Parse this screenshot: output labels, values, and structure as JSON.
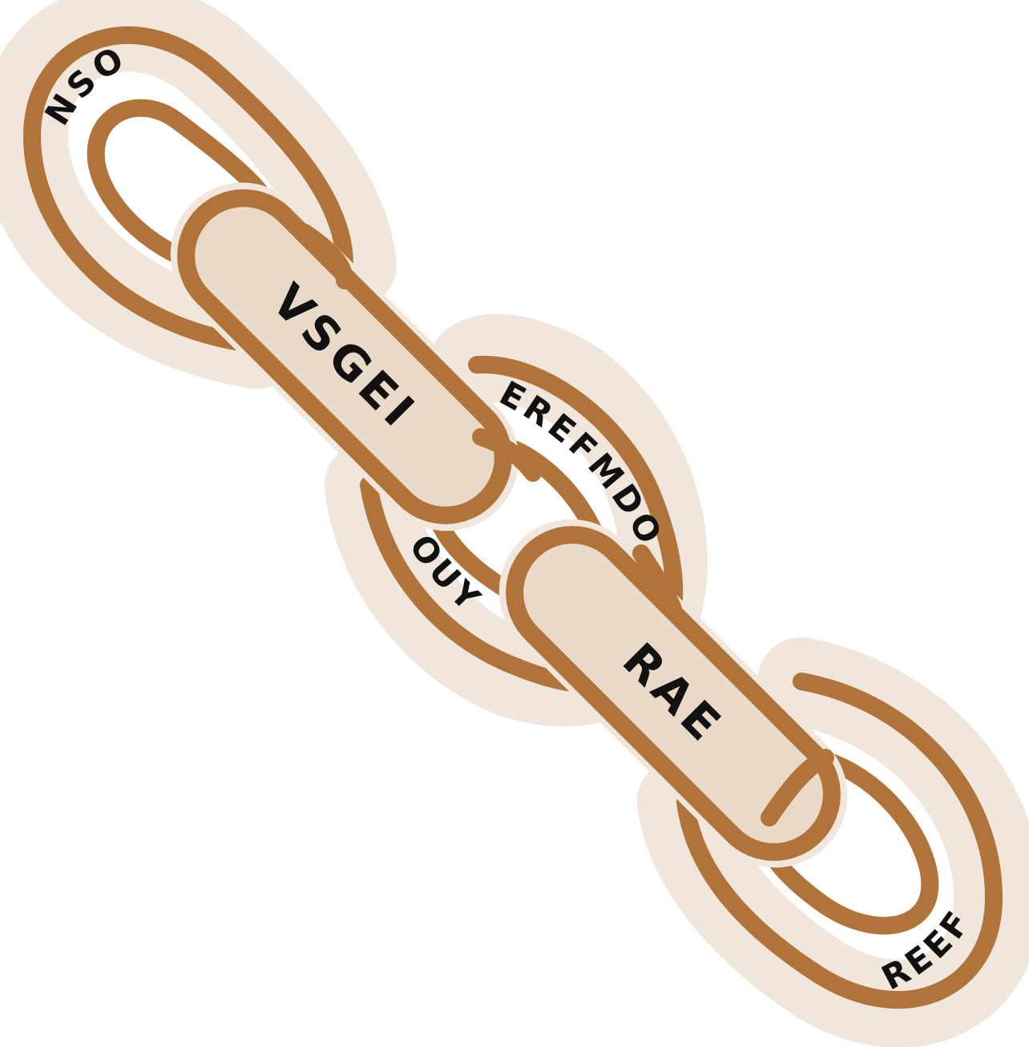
{
  "colors": {
    "background": "#ffffff",
    "halo": "#f1e6dc",
    "face": "#e9d9c9",
    "stroke": "#b07339",
    "text": "#111111"
  },
  "labels": {
    "link1": "NSO",
    "link2": "VSGEI",
    "link3_upper": "EREFMDO",
    "link3_lower": "OUY",
    "link4": "RAE",
    "link5": "REEF"
  }
}
